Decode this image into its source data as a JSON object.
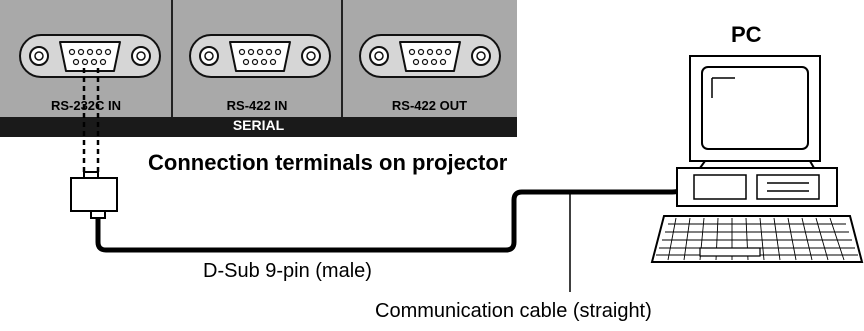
{
  "panel": {
    "ports": [
      {
        "label": "RS-232C IN"
      },
      {
        "label": "RS-422 IN"
      },
      {
        "label": "RS-422 OUT"
      }
    ],
    "group_label": "SERIAL"
  },
  "captions": {
    "terminals": "Connection terminals on projector",
    "pc": "PC",
    "connector": "D-Sub 9-pin (male)",
    "cable": "Communication cable (straight)"
  }
}
